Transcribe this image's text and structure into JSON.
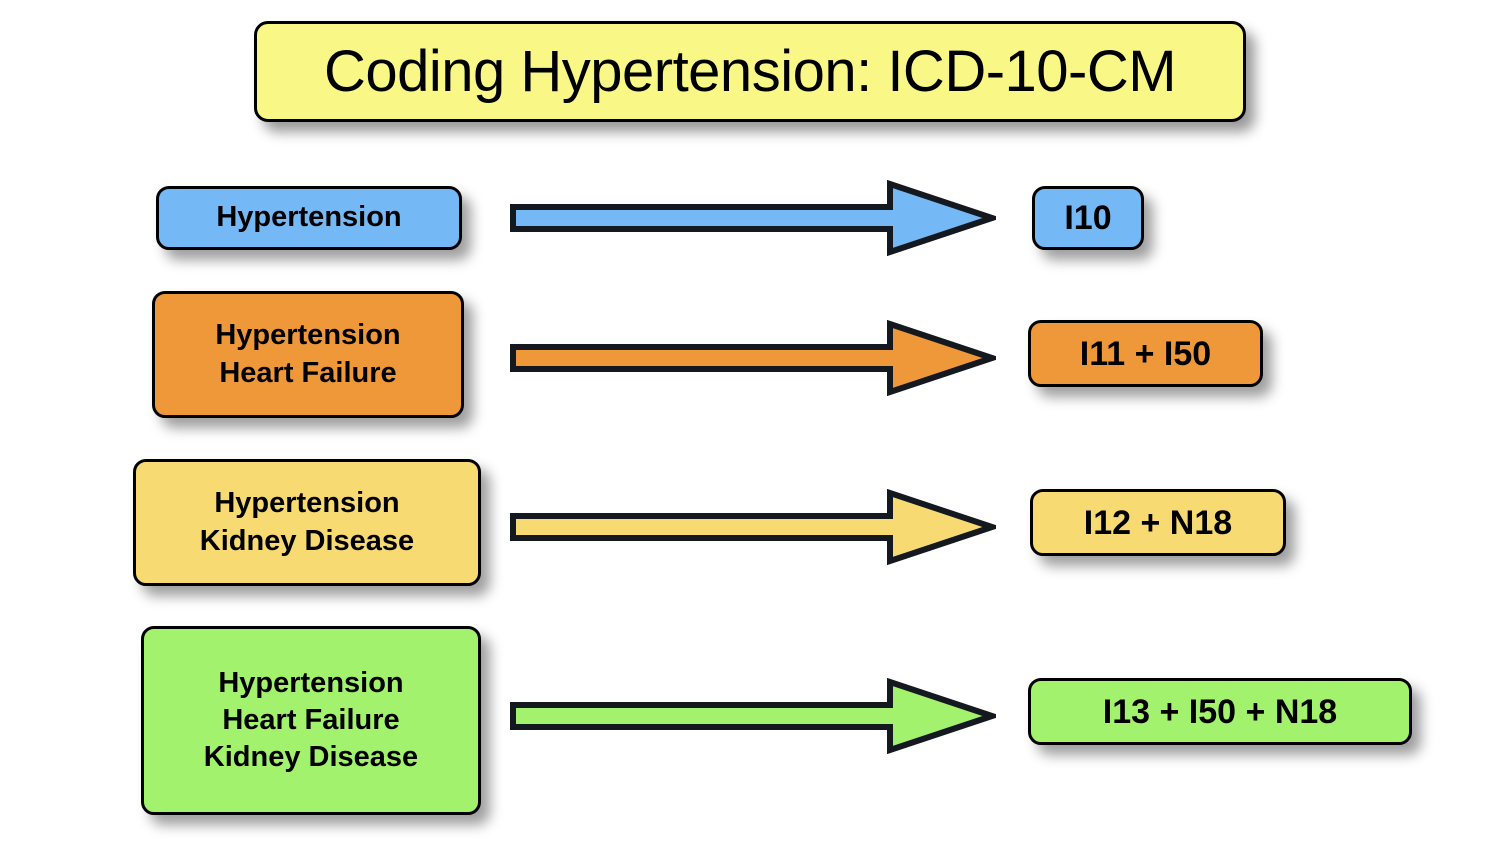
{
  "title": {
    "text": "Coding Hypertension: ICD-10-CM",
    "fill": "#f9f786"
  },
  "rows": [
    {
      "id": "hypertension",
      "fill": "#74b8f5",
      "conditions": [
        "Hypertension"
      ],
      "arrow_name": "arrow-hypertension",
      "code": "I10"
    },
    {
      "id": "hypertension-heart-failure",
      "fill": "#ee9839",
      "conditions": [
        "Hypertension",
        "Heart Failure"
      ],
      "arrow_name": "arrow-hypertension-heart-failure",
      "code": "I11 + I50"
    },
    {
      "id": "hypertension-kidney-disease",
      "fill": "#f7da72",
      "conditions": [
        "Hypertension",
        "Kidney Disease"
      ],
      "arrow_name": "arrow-hypertension-kidney-disease",
      "code": "I12 + N18"
    },
    {
      "id": "hypertension-heart-failure-kidney-disease",
      "fill": "#a2f26e",
      "conditions": [
        "Hypertension",
        "Heart Failure",
        "Kidney Disease"
      ],
      "arrow_name": "arrow-hypertension-heart-failure-kidney-disease",
      "code": "I13 + I50 + N18"
    }
  ],
  "colors": {
    "background": "#ffffff",
    "outline": "#000000",
    "text": "#000000",
    "blue": "#74b8f5",
    "orange": "#ee9839",
    "sand": "#f7da72",
    "green": "#a2f26e",
    "yellow": "#f9f786"
  }
}
